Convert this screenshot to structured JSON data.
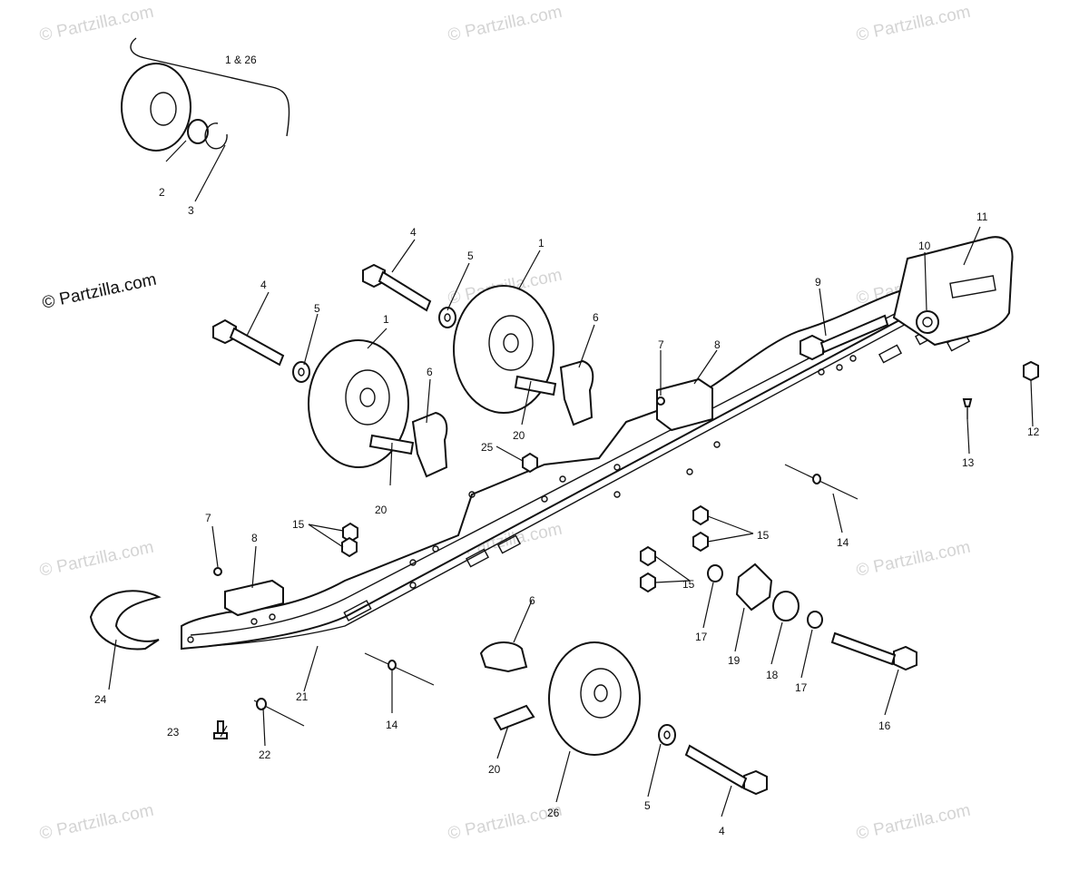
{
  "watermark": {
    "text": "© Partzilla.com",
    "prominent_text": "© Partzilla.com",
    "color": "#d4d4d4"
  },
  "callouts": {
    "l_1_26": "1 & 26",
    "l_2": "2",
    "l_3": "3",
    "l_4a": "4",
    "l_4b": "4",
    "l_4c": "4",
    "l_5a": "5",
    "l_5b": "5",
    "l_5c": "5",
    "l_1a": "1",
    "l_1b": "1",
    "l_6a": "6",
    "l_6b": "6",
    "l_6c": "6",
    "l_7a": "7",
    "l_7b": "7",
    "l_8a": "8",
    "l_8b": "8",
    "l_9": "9",
    "l_10": "10",
    "l_11": "11",
    "l_12": "12",
    "l_13": "13",
    "l_14a": "14",
    "l_14b": "14",
    "l_15a": "15",
    "l_15b": "15",
    "l_15c": "15",
    "l_16": "16",
    "l_17a": "17",
    "l_17b": "17",
    "l_18": "18",
    "l_19": "19",
    "l_20a": "20",
    "l_20b": "20",
    "l_20c": "20",
    "l_21": "21",
    "l_22": "22",
    "l_23": "23",
    "l_24": "24",
    "l_25": "25",
    "l_26": "26"
  }
}
